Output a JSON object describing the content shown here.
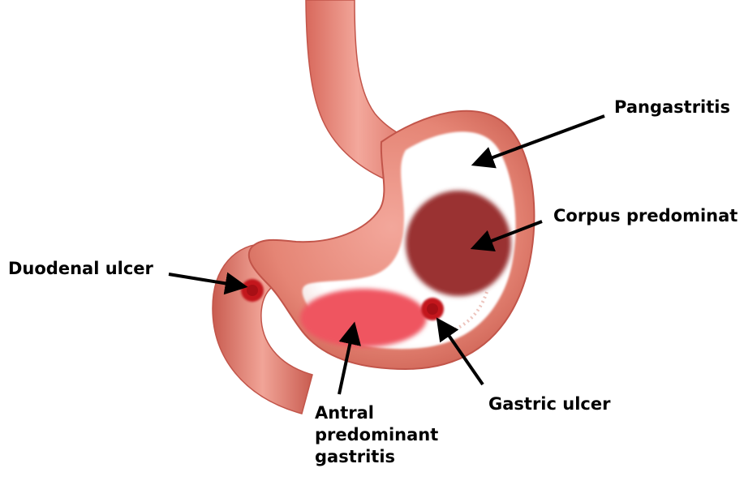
{
  "labels": {
    "pangastritis": "Pangastritis",
    "corpus": "Corpus predominat",
    "duodenal": "Duodenal ulcer",
    "gastric": "Gastric ulcer",
    "antral_lines": [
      "Antral",
      "predominant",
      "gastritis"
    ]
  },
  "colors": {
    "stomach_wall": "#e07e72",
    "stomach_outline": "#c2554a",
    "lumen": "#ffffff",
    "corpus_region": "#9a3330",
    "antral_region": "#ef5560",
    "ulcer": "#c3151c",
    "arrow": "#000000"
  }
}
